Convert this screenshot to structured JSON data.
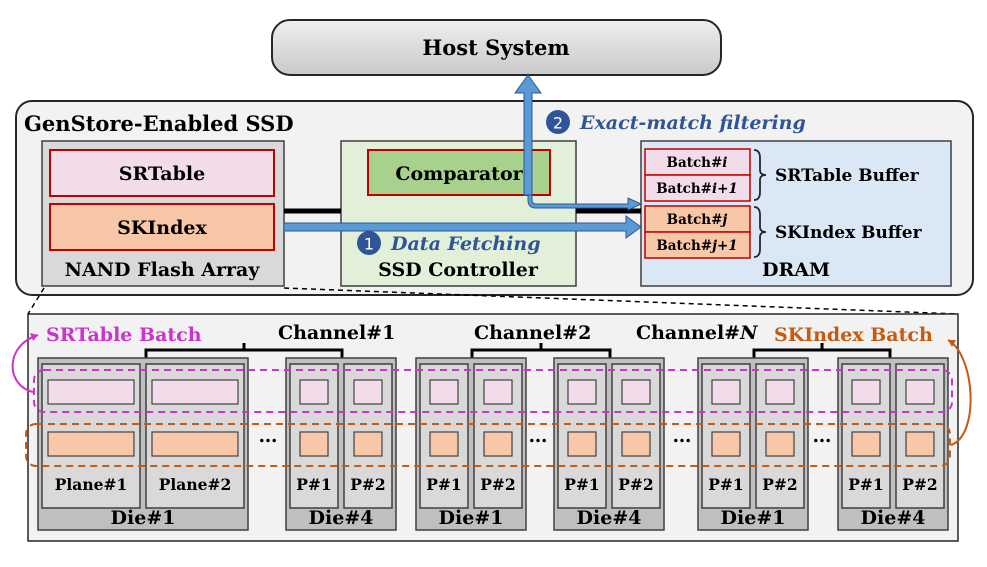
{
  "host": {
    "label": "Host System"
  },
  "ssd": {
    "title": "GenStore-Enabled SSD"
  },
  "nand": {
    "label": "NAND Flash Array",
    "srtable": "SRTable",
    "skindex": "SKIndex"
  },
  "controller": {
    "label": "SSD Controller",
    "comparator": "Comparator"
  },
  "dram": {
    "label": "DRAM",
    "srtable_batches": [
      "Batch#i",
      "Batch#i+1"
    ],
    "skindex_batches": [
      "Batch#j",
      "Batch#j+1"
    ],
    "srtable_buffer": "SRTable Buffer",
    "skindex_buffer": "SKIndex Buffer"
  },
  "steps": [
    {
      "number": "1",
      "label": "Data Fetching"
    },
    {
      "number": "2",
      "label": "Exact-match filtering"
    }
  ],
  "bottom": {
    "srtable_batch": "SRTable Batch",
    "skindex_batch": "SKIndex Batch",
    "channels": [
      "Channel#1",
      "Channel#2",
      "Channel#N"
    ],
    "ellipsis": "…",
    "dies": [
      {
        "label": "Die#1",
        "planes": [
          "Plane#1",
          "Plane#2"
        ]
      },
      {
        "label": "Die#4",
        "planes": [
          "P#1",
          "P#2"
        ]
      },
      {
        "label": "Die#1",
        "planes": [
          "P#1",
          "P#2"
        ]
      },
      {
        "label": "Die#4",
        "planes": [
          "P#1",
          "P#2"
        ]
      },
      {
        "label": "Die#1",
        "planes": [
          "P#1",
          "P#2"
        ]
      },
      {
        "label": "Die#4",
        "planes": [
          "P#1",
          "P#2"
        ]
      }
    ]
  },
  "colors": {
    "srtable_fill": "#f3dcea",
    "skindex_fill": "#f8c7a8",
    "box_red": "#c00000",
    "controller_fill": "#e2f0d9",
    "comparator_fill": "#a8d18d",
    "dram_fill": "#dae8f5",
    "arrow_blue": "#5b9bd5",
    "step_blue": "#2f5597",
    "srtable_batch": "#cc33cc",
    "skindex_batch": "#c55a11",
    "die_fill": "#bfbfbf",
    "plane_fill": "#d9d9d9"
  }
}
